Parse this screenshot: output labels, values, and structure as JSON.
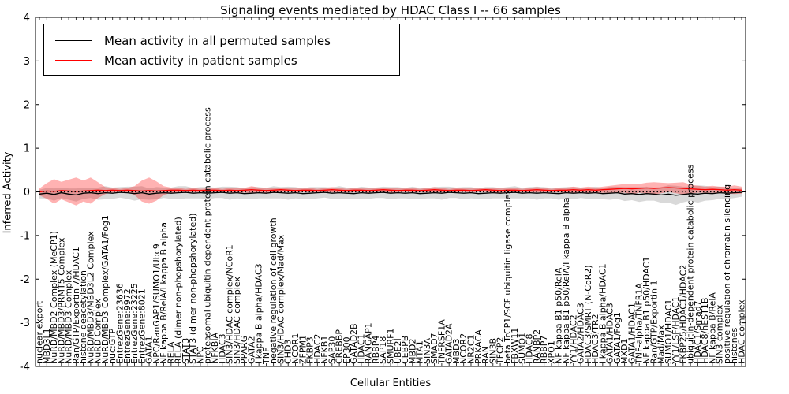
{
  "chart_data": {
    "type": "line",
    "title": "Signaling events mediated by HDAC Class I -- 66 samples",
    "xlabel": "Cellular Entities",
    "ylabel": "Inferred Activity",
    "ylim": [
      -4,
      4
    ],
    "yticks": [
      -4,
      -3,
      -2,
      -1,
      0,
      1,
      2,
      3,
      4
    ],
    "grid": false,
    "legend_position": "upper-left",
    "legend": [
      {
        "label": "Mean activity in all permuted samples",
        "color": "#000000"
      },
      {
        "label": "Mean activity in patient samples",
        "color": "#ff0000"
      }
    ],
    "zero_line": {
      "y": 0,
      "style": "dotted",
      "color": "#000000"
    },
    "categories": [
      "nuclear export",
      "MBD3L1",
      "NuRD/MBD2 Complex (MeCP1)",
      "NuRD/MBD3/PRMT5 Complex",
      "NuRD/MBD3 Complex",
      "Ran/GTP/Exportin 7/HDAC1",
      "histone deacetylation",
      "NuRD/MBD3/MBD3L2 Complex",
      "NuRD Complex",
      "NuRD/MBD3 Complex/GATA1/Fog1",
      "nuc:GTP",
      "EntrezGene:23636",
      "EntrezGene:9972",
      "EntrezGene:23225",
      "EntrezGene:8021",
      "GATA1",
      "NPC/RanGAP1/SUMO1/Ubc9",
      "NF kappa B/RelA/I kappa B alpha",
      "RELA",
      "RELA (dimer non-phopshorylated)",
      "STAT3",
      "STAT3 (dimer non-phopshorylated)",
      "NPC",
      "proteasomal ubiquitin-dependent protein catabolic process",
      "NFKBIA",
      "HDAC3",
      "SIN3/HDAC complex/NCoR1",
      "SIN3/HDAC complex",
      "PPARG",
      "GATA2",
      "I kappa B alpha/HDAC3",
      "TNF",
      "negative regulation of cell growth",
      "SIN3/HDAC complex/Mad/Max",
      "CHD3",
      "NCOR1",
      "ZFPM1",
      "FKBP3",
      "HDAC2",
      "NFKB1",
      "SAP30",
      "CREBBP",
      "EP300",
      "GATAD2B",
      "HDAC1",
      "RANGAP1",
      "RBBP4",
      "SAP18",
      "SMURF1",
      "UBE2I",
      "CEBPB",
      "MBD2",
      "MTA1",
      "SIN3A",
      "SMAD7",
      "TNFRSF1A",
      "GATAD2A",
      "MBD3",
      "NCOR2",
      "NR2C1",
      "PRKACA",
      "RAN",
      "SIN3B",
      "TFCP2",
      "beta TrCP1/SCF ubiquitin ligase complex",
      "FBXW11",
      "SUMO1",
      "HDAC8",
      "RANBP2",
      "RBBP7",
      "XPO1",
      "NF kappa B1 p50/RelA",
      "NF kappa B1 p50/RelA/I kappa B alpha",
      "YY1/HDAC2",
      "GATA2/HDAC3",
      "HDAC3/SMRT (N-CoR2)",
      "HDAC3/TR2",
      "I kappa B alpha/HDAC1",
      "GATA1/HDAC3",
      "GATA1/Fog1",
      "MXD1",
      "GATA1/HDAC1",
      "TNF-alpha/TNFR1A",
      "NF kappa B1 p50/HDAC1",
      "Ran/GTP/Exportin 1",
      "Mad/Max",
      "SUMO1/HDAC1",
      "YY1/LSF/HDAC1",
      "FKBP25/HDAC1/HDAC2",
      "ubiquitin-dependent protein catabolic process",
      "HDAC1/Smad7",
      "HDAC8/hEST1B",
      "NF kappa B/RelA",
      "SIN3 complex",
      "positive regulation of chromatin silencing",
      "histones",
      "HDAC complex"
    ],
    "series": [
      {
        "name": "Mean activity in all permuted samples",
        "color": "#000000",
        "values": [
          -0.05,
          -0.03,
          -0.06,
          -0.02,
          -0.05,
          -0.07,
          -0.03,
          -0.02,
          -0.04,
          -0.02,
          -0.03,
          -0.01,
          -0.02,
          -0.04,
          -0.02,
          -0.05,
          -0.03,
          -0.02,
          -0.03,
          -0.02,
          -0.01,
          -0.03,
          -0.02,
          -0.03,
          -0.02,
          -0.01,
          -0.03,
          -0.02,
          -0.04,
          -0.03,
          -0.02,
          -0.03,
          -0.01,
          -0.02,
          -0.03,
          -0.02,
          -0.04,
          -0.03,
          -0.02,
          -0.01,
          -0.03,
          -0.02,
          -0.03,
          -0.04,
          -0.02,
          -0.03,
          -0.02,
          -0.01,
          -0.03,
          -0.02,
          -0.03,
          -0.02,
          -0.04,
          -0.03,
          -0.02,
          -0.03,
          -0.01,
          -0.02,
          -0.03,
          -0.02,
          -0.04,
          -0.03,
          -0.02,
          -0.03,
          -0.02,
          -0.01,
          -0.03,
          -0.02,
          -0.03,
          -0.02,
          -0.03,
          -0.04,
          -0.02,
          -0.03,
          -0.02,
          -0.03,
          -0.02,
          -0.04,
          -0.03,
          -0.02,
          -0.05,
          -0.04,
          -0.06,
          -0.04,
          -0.05,
          -0.07,
          -0.05,
          -0.08,
          -0.06,
          -0.04,
          -0.05,
          -0.03,
          -0.04,
          -0.02,
          -0.03,
          -0.02,
          -0.01
        ]
      },
      {
        "name": "Mean activity in patient samples",
        "color": "#ff0000",
        "values": [
          0.0,
          0.02,
          0.01,
          0.03,
          0.02,
          0.01,
          0.02,
          0.03,
          0.04,
          0.03,
          0.04,
          0.03,
          0.04,
          0.03,
          0.02,
          0.03,
          0.02,
          0.03,
          0.04,
          0.04,
          0.03,
          0.04,
          0.03,
          0.04,
          0.04,
          0.03,
          0.04,
          0.03,
          0.04,
          0.05,
          0.04,
          0.03,
          0.04,
          0.05,
          0.04,
          0.03,
          0.04,
          0.04,
          0.03,
          0.04,
          0.05,
          0.04,
          0.03,
          0.04,
          0.04,
          0.03,
          0.04,
          0.05,
          0.04,
          0.03,
          0.04,
          0.04,
          0.03,
          0.04,
          0.05,
          0.04,
          0.03,
          0.04,
          0.04,
          0.03,
          0.04,
          0.05,
          0.04,
          0.03,
          0.04,
          0.04,
          0.03,
          0.04,
          0.05,
          0.04,
          0.03,
          0.04,
          0.04,
          0.05,
          0.04,
          0.05,
          0.04,
          0.05,
          0.06,
          0.07,
          0.08,
          0.07,
          0.08,
          0.09,
          0.08,
          0.09,
          0.1,
          0.09,
          0.08,
          0.07,
          0.06,
          0.05,
          0.06,
          0.05,
          0.04,
          0.05,
          0.04
        ]
      }
    ],
    "bands": [
      {
        "name": "permuted-band",
        "center_series": 0,
        "color": "#aaaaaa",
        "opacity": 0.45,
        "halfwidths": [
          0.1,
          0.12,
          0.14,
          0.12,
          0.13,
          0.15,
          0.13,
          0.12,
          0.14,
          0.15,
          0.13,
          0.12,
          0.14,
          0.16,
          0.15,
          0.13,
          0.14,
          0.12,
          0.13,
          0.15,
          0.14,
          0.12,
          0.13,
          0.14,
          0.12,
          0.13,
          0.15,
          0.13,
          0.12,
          0.14,
          0.13,
          0.12,
          0.14,
          0.13,
          0.15,
          0.13,
          0.12,
          0.14,
          0.13,
          0.12,
          0.13,
          0.15,
          0.13,
          0.12,
          0.14,
          0.13,
          0.12,
          0.13,
          0.14,
          0.13,
          0.12,
          0.14,
          0.13,
          0.12,
          0.13,
          0.15,
          0.13,
          0.12,
          0.14,
          0.13,
          0.12,
          0.14,
          0.13,
          0.12,
          0.13,
          0.14,
          0.12,
          0.13,
          0.15,
          0.13,
          0.12,
          0.14,
          0.13,
          0.14,
          0.12,
          0.13,
          0.14,
          0.13,
          0.15,
          0.14,
          0.16,
          0.15,
          0.17,
          0.16,
          0.15,
          0.18,
          0.2,
          0.22,
          0.18,
          0.16,
          0.2,
          0.17,
          0.15,
          0.14,
          0.13,
          0.12,
          0.1
        ]
      },
      {
        "name": "patient-band",
        "center_series": 1,
        "color": "#ff0000",
        "opacity": 0.3,
        "halfwidths": [
          0.08,
          0.18,
          0.28,
          0.2,
          0.26,
          0.32,
          0.24,
          0.3,
          0.18,
          0.08,
          0.05,
          0.04,
          0.05,
          0.1,
          0.24,
          0.3,
          0.22,
          0.1,
          0.06,
          0.05,
          0.04,
          0.05,
          0.04,
          0.04,
          0.05,
          0.04,
          0.05,
          0.06,
          0.05,
          0.08,
          0.06,
          0.05,
          0.06,
          0.05,
          0.04,
          0.05,
          0.04,
          0.05,
          0.04,
          0.05,
          0.06,
          0.05,
          0.04,
          0.05,
          0.04,
          0.05,
          0.04,
          0.05,
          0.06,
          0.05,
          0.04,
          0.05,
          0.04,
          0.05,
          0.06,
          0.05,
          0.04,
          0.05,
          0.04,
          0.05,
          0.04,
          0.05,
          0.06,
          0.05,
          0.04,
          0.05,
          0.04,
          0.05,
          0.06,
          0.05,
          0.04,
          0.05,
          0.06,
          0.07,
          0.06,
          0.07,
          0.06,
          0.07,
          0.08,
          0.09,
          0.1,
          0.12,
          0.1,
          0.12,
          0.14,
          0.12,
          0.1,
          0.12,
          0.14,
          0.1,
          0.08,
          0.07,
          0.08,
          0.07,
          0.08,
          0.1,
          0.08
        ]
      }
    ]
  }
}
